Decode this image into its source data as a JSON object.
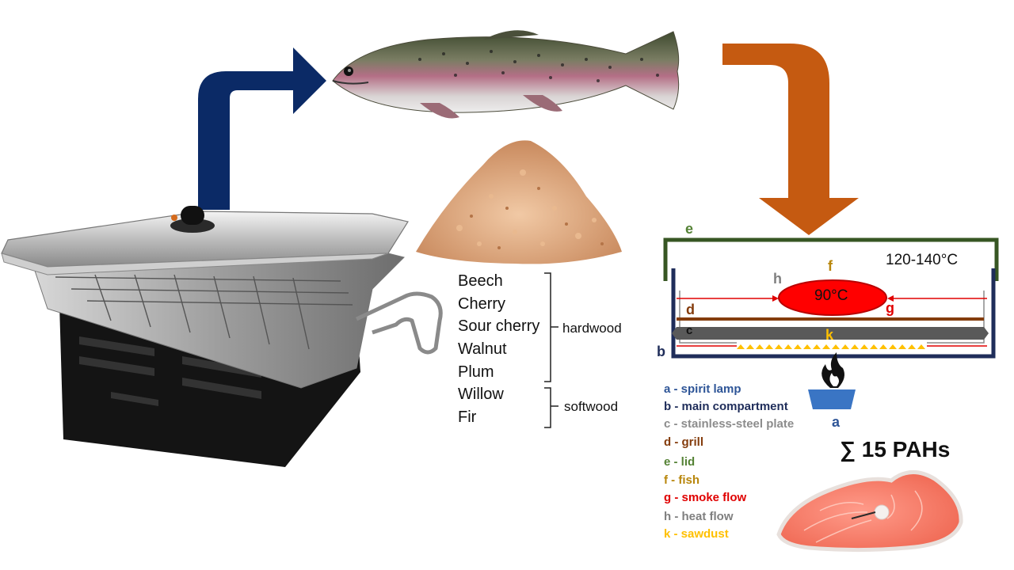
{
  "colors": {
    "blue_arrow": "#0b2a66",
    "orange_arrow": "#c55a11",
    "lid": "#375623",
    "compartment": "#1f2d5a",
    "grill": "#843c0c",
    "fish": "#b8860b",
    "smoke": "#e00000",
    "heat": "#7f7f7f",
    "sawdust": "#ffc000",
    "plate": "#595959",
    "lamp": "#3a75c4"
  },
  "woods": {
    "hardwood": [
      "Beech",
      "Cherry",
      "Sour cherry",
      "Walnut",
      "Plum"
    ],
    "hardwood_label": "hardwood",
    "softwood": [
      "Willow",
      "Fir"
    ],
    "softwood_label": "softwood"
  },
  "diagram": {
    "labels": {
      "a": "a",
      "b": "b",
      "c": "c",
      "d": "d",
      "e": "e",
      "f": "f",
      "g": "g",
      "h": "h",
      "k": "k"
    },
    "outer_temp": "120-140°C",
    "fish_temp": "90°C"
  },
  "legend": [
    {
      "text": "a - spirit lamp",
      "color": "#2e5597"
    },
    {
      "text": "b - main compartment",
      "color": "#1f2d5a"
    },
    {
      "text": "c - stainless-steel plate",
      "color": "#8c8c8c"
    },
    {
      "text": "d - grill",
      "color": "#843c0c"
    },
    {
      "text": "e - lid",
      "color": "#548235"
    },
    {
      "text": "f - fish",
      "color": "#b8860b"
    },
    {
      "text": "g - smoke flow",
      "color": "#e00000"
    },
    {
      "text": "h - heat flow",
      "color": "#7f7f7f"
    },
    {
      "text": "k - sawdust",
      "color": "#ffc000"
    }
  ],
  "pahs_label": "∑ 15 PAHs"
}
